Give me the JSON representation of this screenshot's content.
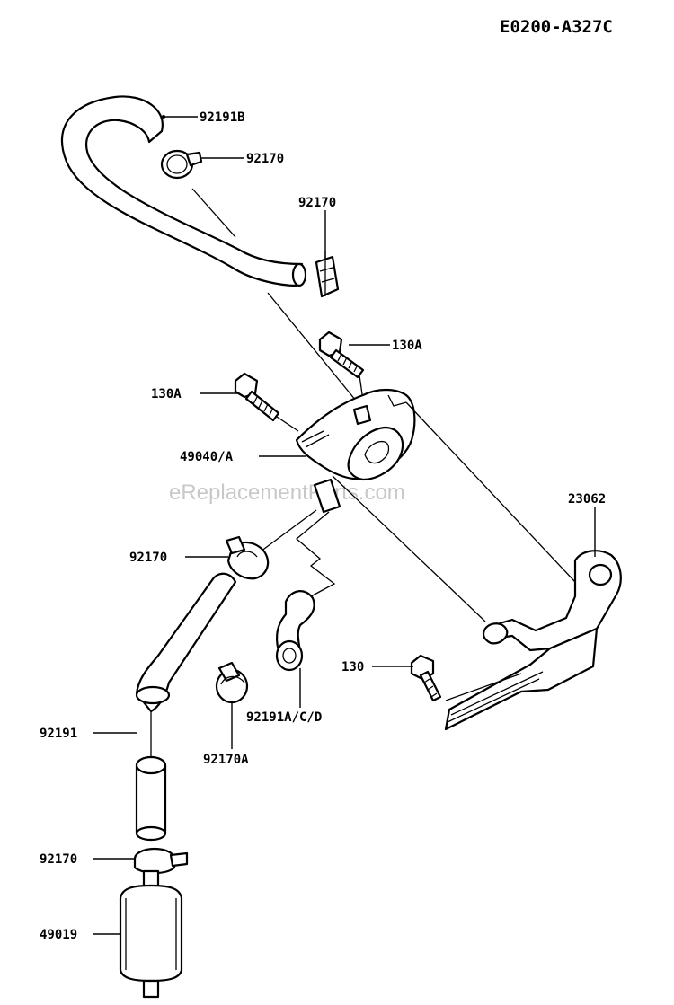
{
  "diagram_code": "E0200-A327C",
  "watermark": "eReplacementParts.com",
  "callouts": [
    {
      "id": "c1",
      "text": "92191B"
    },
    {
      "id": "c2",
      "text": "92170"
    },
    {
      "id": "c3",
      "text": "92170"
    },
    {
      "id": "c4",
      "text": "130A"
    },
    {
      "id": "c5",
      "text": "130A"
    },
    {
      "id": "c6",
      "text": "49040/A"
    },
    {
      "id": "c7",
      "text": "23062"
    },
    {
      "id": "c8",
      "text": "92170"
    },
    {
      "id": "c9",
      "text": "130"
    },
    {
      "id": "c10",
      "text": "92191A/C/D"
    },
    {
      "id": "c11",
      "text": "92170A"
    },
    {
      "id": "c12",
      "text": "92191"
    },
    {
      "id": "c13",
      "text": "92170"
    },
    {
      "id": "c14",
      "text": "49019"
    }
  ]
}
